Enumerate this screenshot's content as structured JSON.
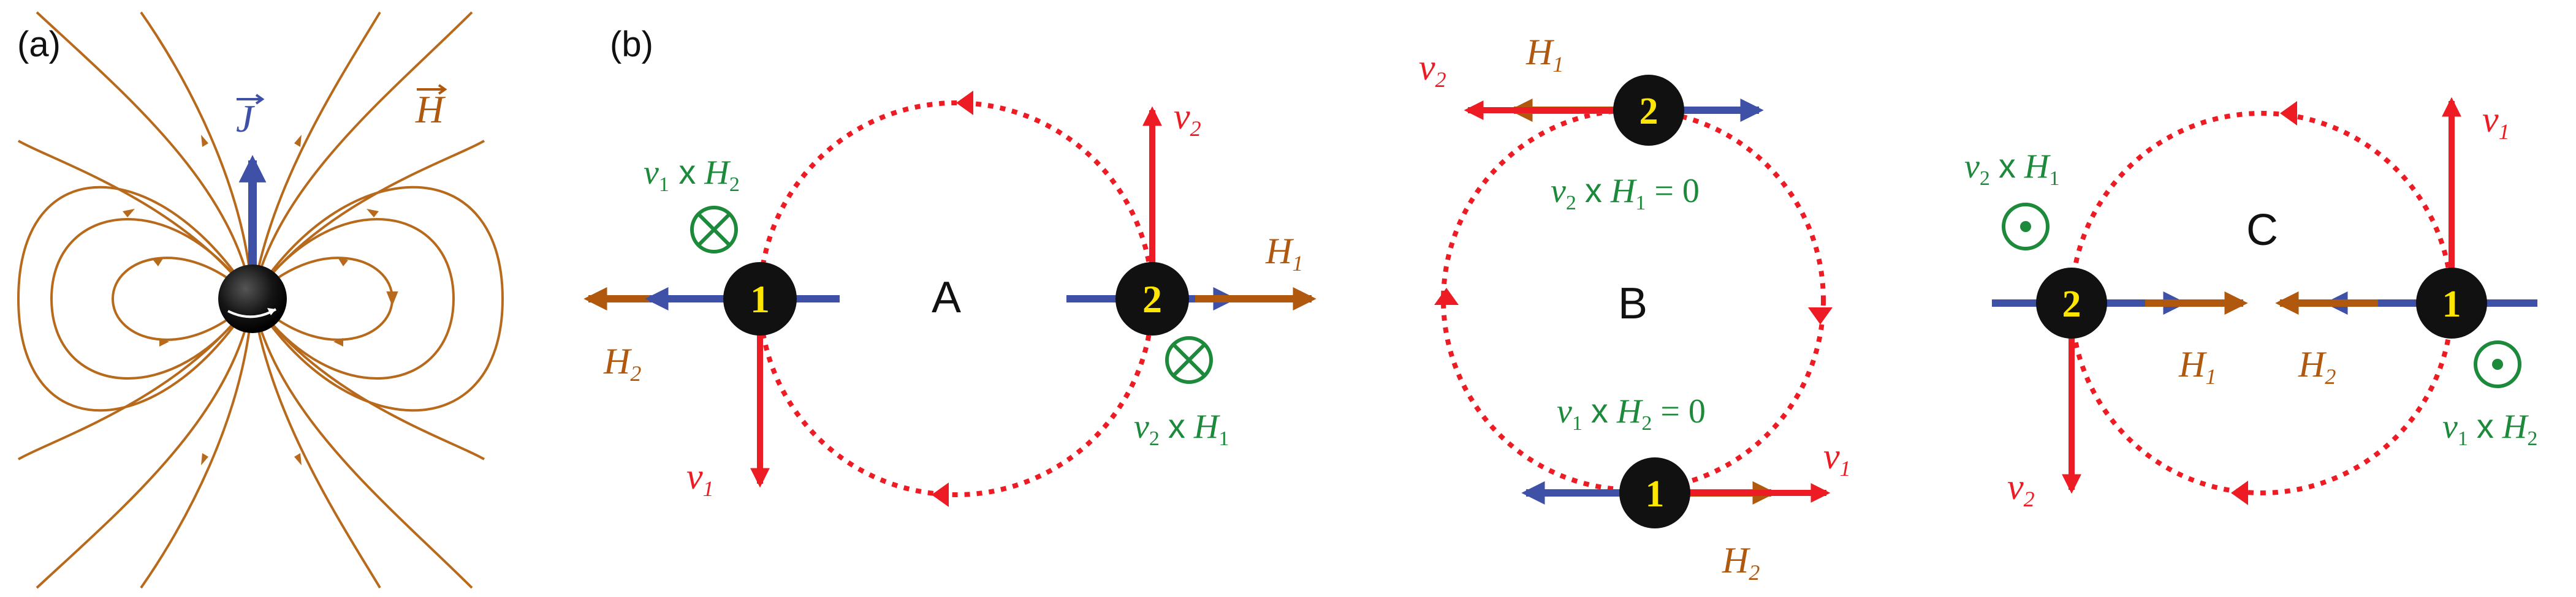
{
  "colors": {
    "red": "#ed1c24",
    "blue": "#3f51a7",
    "brown": "#b0580e",
    "green": "#1c8a3a",
    "yellow": "#ffe600",
    "black": "#111111",
    "field_line": "#b86a1c"
  },
  "panel_a": {
    "label": "(a)",
    "j_label": "J",
    "h_label": "H"
  },
  "panel_b": {
    "label": "(b)",
    "configs": [
      {
        "name": "A",
        "particle_left": "1",
        "particle_right": "2",
        "v1": "v",
        "v1_sub": "1",
        "v2": "v",
        "v2_sub": "2",
        "h1": "H",
        "h1_sub": "1",
        "h2": "H",
        "h2_sub": "2",
        "force1": {
          "v": "v",
          "v_sub": "1",
          "x": "x",
          "h": "H",
          "h_sub": "2",
          "symbol": "into-page-icon"
        },
        "force2": {
          "v": "v",
          "v_sub": "2",
          "x": "x",
          "h": "H",
          "h_sub": "1",
          "symbol": "into-page-icon"
        }
      },
      {
        "name": "B",
        "particle_top": "2",
        "particle_bottom": "1",
        "v1": "v",
        "v1_sub": "1",
        "v2": "v",
        "v2_sub": "2",
        "h1": "H",
        "h1_sub": "1",
        "h2": "H",
        "h2_sub": "2",
        "eq_top": {
          "v": "v",
          "v_sub": "2",
          "x": "x",
          "h": "H",
          "h_sub": "1",
          "eq": "= 0"
        },
        "eq_bottom": {
          "v": "v",
          "v_sub": "1",
          "x": "x",
          "h": "H",
          "h_sub": "2",
          "eq": "= 0"
        }
      },
      {
        "name": "C",
        "particle_left": "2",
        "particle_right": "1",
        "v1": "v",
        "v1_sub": "1",
        "v2": "v",
        "v2_sub": "2",
        "h1": "H",
        "h1_sub": "1",
        "h2": "H",
        "h2_sub": "2",
        "force1": {
          "v": "v",
          "v_sub": "2",
          "x": "x",
          "h": "H",
          "h_sub": "1",
          "symbol": "out-of-page-icon"
        },
        "force2": {
          "v": "v",
          "v_sub": "1",
          "x": "x",
          "h": "H",
          "h_sub": "2",
          "symbol": "out-of-page-icon"
        }
      }
    ]
  }
}
